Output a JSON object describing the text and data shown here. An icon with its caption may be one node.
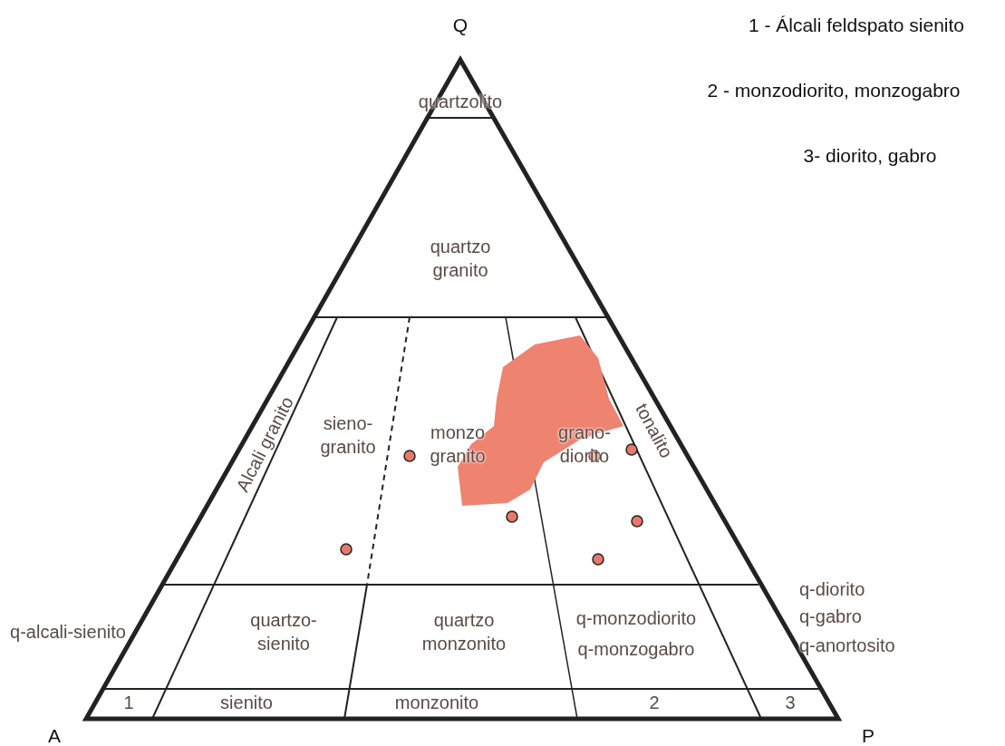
{
  "diagram": {
    "labels": [
      "Q",
      "1 - Álcali feldspato sienito",
      "quartzolito",
      "2 - monzodiorito, monzogabro",
      "3- diorito, gabro",
      "quartzo granito",
      "Alcali granito",
      "sieno- granito",
      "monzo granito",
      "grano- diorito",
      "tonalito",
      "q-diorito",
      "q-gabro",
      "q-anortosito",
      "q-alcali-sienito",
      "quartzo- sienito",
      "quartzo monzonito",
      "q-monzodiorito",
      "q-monzogabro",
      "1",
      "sienito",
      "monzonito",
      "2",
      "3",
      "A",
      "P"
    ]
  }
}
